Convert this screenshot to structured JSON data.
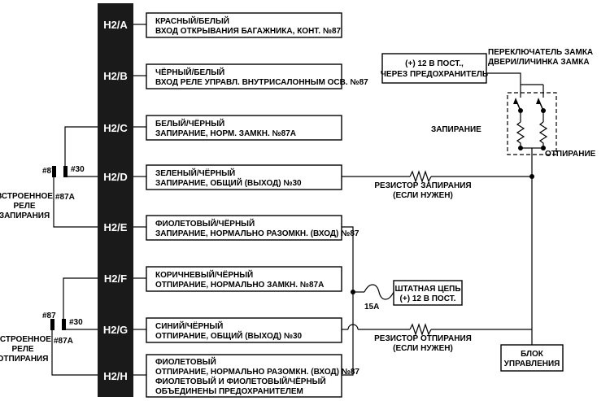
{
  "connector": {
    "pins": [
      "H2/A",
      "H2/B",
      "H2/C",
      "H2/D",
      "H2/E",
      "H2/F",
      "H2/G",
      "H2/H"
    ]
  },
  "circuits": [
    {
      "line1": "КРАСНЫЙ/БЕЛЫЙ",
      "line2": "ВХОД ОТКРЫВАНИЯ БАГАЖНИКА, КОНТ. №87"
    },
    {
      "line1": "ЧЁРНЫЙ/БЕЛЫЙ",
      "line2": "ВХОД РЕЛЕ УПРАВЛ. ВНУТРИСАЛОННЫМ ОСВ. №87"
    },
    {
      "line1": "БЕЛЫЙ/ЧЁРНЫЙ",
      "line2": "ЗАПИРАНИЕ, НОРМ. ЗАМКН. №87А"
    },
    {
      "line1": "ЗЕЛЕНЫЙ/ЧЁРНЫЙ",
      "line2": "ЗАПИРАНИЕ, ОБЩИЙ (ВЫХОД) №30"
    },
    {
      "line1": "ФИОЛЕТОВЫЙ/ЧЁРНЫЙ",
      "line2": "ЗАПИРАНИЕ, НОРМАЛЬНО РАЗОМКН. (ВХОД) №87"
    },
    {
      "line1": "КОРИЧНЕВЫЙ/ЧЁРНЫЙ",
      "line2": "ОТПИРАНИЕ, НОРМАЛЬНО ЗАМКН. №87А"
    },
    {
      "line1": "СИНИЙ/ЧЁРНЫЙ",
      "line2": "ОТПИРАНИЕ, ОБЩИЙ (ВЫХОД) №30"
    },
    {
      "line1": "ФИОЛЕТОВЫЙ",
      "line2": "ОТПИРАНИЕ, НОРМАЛЬНО РАЗОМКН. (ВХОД) №87",
      "line3": "ФИОЛЕТОВЫЙ И ФИОЛЕТОВЫЙ/ЧЁРНЫЙ",
      "line4": "ОБЪЕДИНЕНЫ ПРЕДОХРАНИТЕЛЕМ"
    }
  ],
  "relays": {
    "lock": {
      "t87": "#87",
      "t87a": "#87A",
      "t30": "#30",
      "label1": "ВСТРОЕННОЕ",
      "label2": "РЕЛЕ",
      "label3": "ЗАПИРАНИЯ"
    },
    "unlock": {
      "t87": "#87",
      "t87a": "#87A",
      "t30": "#30",
      "label1": "ВСТРОЕННОЕ",
      "label2": "РЕЛЕ",
      "label3": "ОТПИРАНИЯ"
    }
  },
  "power_box": {
    "line1": "(+) 12 В ПОСТ.,",
    "line2": "ЧЕРЕЗ ПРЕДОХРАНИТЕЛЬ"
  },
  "switch": {
    "line1": "ПЕРЕКЛЮЧАТЕЛЬ ЗАМКА",
    "line2": "ДВЕРИ/ЛИЧИНКА ЗАМКА",
    "lock_label": "ЗАПИРАНИЕ",
    "unlock_label": "ОТПИРАНИЕ"
  },
  "resistors": {
    "lock": {
      "line1": "РЕЗИСТОР ЗАПИРАНИЯ",
      "line2": "(ЕСЛИ НУЖЕН)"
    },
    "unlock": {
      "line1": "РЕЗИСТОР ОТПИРАНИЯ",
      "line2": "(ЕСЛИ НУЖЕН)"
    }
  },
  "fuse": {
    "rating": "15А"
  },
  "supply_box": {
    "line1": "ШТАТНАЯ ЦЕПЬ",
    "line2": "(+) 12 В ПОСТ."
  },
  "control_box": {
    "line1": "БЛОК",
    "line2": "УПРАВЛЕНИЯ"
  }
}
